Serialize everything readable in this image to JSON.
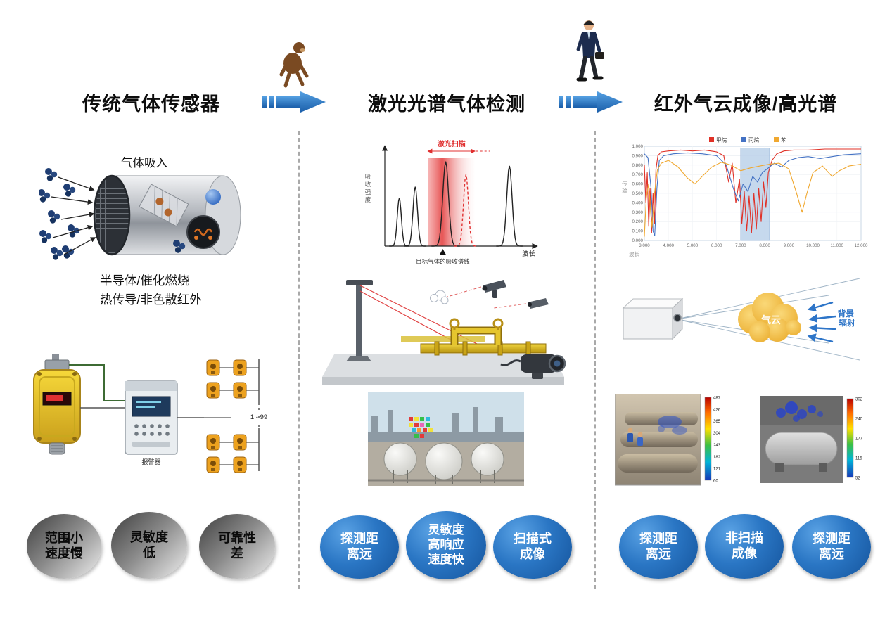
{
  "header": {
    "titles": [
      "传统气体传感器",
      "激光光谱气体检测",
      "红外气云成像/高光谱"
    ]
  },
  "left": {
    "intake_label": "气体吸入",
    "caption": "半导体/催化燃烧\n热传导/非色散红外",
    "system_range": "1 - 99",
    "controller_label": "报警器",
    "badges": [
      "范围小\n速度慢",
      "灵敏度\n低",
      "可靠性\n差"
    ]
  },
  "middle": {
    "badges": [
      "探测距\n离远",
      "灵敏度\n高响应\n速度快",
      "扫描式\n成像"
    ]
  },
  "right": {
    "cloud_label": "气云",
    "radiation_lines": [
      "背景",
      "辐射"
    ],
    "badges": [
      "探测距\n离远",
      "非扫描\n成像",
      "探测距\n离远"
    ],
    "thermal_scales": {
      "left": [
        "487",
        "426",
        "365",
        "304",
        "243",
        "182",
        "121",
        "60"
      ],
      "right": [
        "302",
        "240",
        "177",
        "115",
        "52"
      ]
    }
  },
  "chart_data": [
    {
      "id": "laser-absorption",
      "type": "line",
      "title": "",
      "xlabel": "波长",
      "ylabel": "吸收强度",
      "scan_label": "激光扫描",
      "annotation": "目标气体的吸收谱线",
      "scan_band": {
        "x0": 0.3,
        "x1": 0.62
      },
      "peaks": [
        {
          "x": 0.1,
          "height": 0.55,
          "width": 0.02,
          "style": "solid"
        },
        {
          "x": 0.21,
          "height": 0.68,
          "width": 0.022,
          "style": "solid"
        },
        {
          "x": 0.42,
          "height": 0.97,
          "width": 0.028,
          "style": "solid"
        },
        {
          "x": 0.56,
          "height": 0.82,
          "width": 0.024,
          "style": "dashed"
        },
        {
          "x": 0.86,
          "height": 0.92,
          "width": 0.026,
          "style": "solid"
        }
      ]
    },
    {
      "id": "transmission-spectra",
      "type": "line",
      "title": "",
      "xlabel": "波长",
      "ylabel": "传输",
      "xlim": [
        3000,
        12000
      ],
      "ylim": [
        0,
        1
      ],
      "x_ticks": [
        "3.000",
        "4.000",
        "5.000",
        "6.000",
        "7.000",
        "8.000",
        "9.000",
        "10.000",
        "11.000",
        "12.000"
      ],
      "y_ticks": [
        "1.000",
        "0.900",
        "0.800",
        "0.700",
        "0.600",
        "0.500",
        "0.400",
        "0.300",
        "0.200",
        "0.100",
        "0.000"
      ],
      "legend": [
        {
          "name": "甲烷",
          "color": "#e03127"
        },
        {
          "name": "丙烷",
          "color": "#4472c4"
        },
        {
          "name": "苯",
          "color": "#f0a830"
        }
      ],
      "band": {
        "x0": 7000,
        "x1": 8200,
        "color": "#b8cfe8"
      },
      "series": [
        {
          "name": "甲烷",
          "color": "#e03127",
          "points": [
            [
              3000,
              0.8
            ],
            [
              3060,
              0.4
            ],
            [
              3120,
              0.72
            ],
            [
              3180,
              0.15
            ],
            [
              3240,
              0.55
            ],
            [
              3300,
              0.08
            ],
            [
              3360,
              0.5
            ],
            [
              3420,
              0.18
            ],
            [
              3480,
              0.75
            ],
            [
              3560,
              0.9
            ],
            [
              3700,
              0.94
            ],
            [
              4000,
              0.95
            ],
            [
              4500,
              0.96
            ],
            [
              5000,
              0.95
            ],
            [
              5500,
              0.96
            ],
            [
              6000,
              0.94
            ],
            [
              6300,
              0.9
            ],
            [
              6500,
              0.62
            ],
            [
              6650,
              0.82
            ],
            [
              6800,
              0.4
            ],
            [
              6950,
              0.65
            ],
            [
              7050,
              0.18
            ],
            [
              7150,
              0.52
            ],
            [
              7250,
              0.1
            ],
            [
              7350,
              0.47
            ],
            [
              7450,
              0.08
            ],
            [
              7550,
              0.5
            ],
            [
              7650,
              0.12
            ],
            [
              7750,
              0.55
            ],
            [
              7850,
              0.2
            ],
            [
              7950,
              0.62
            ],
            [
              8050,
              0.35
            ],
            [
              8150,
              0.72
            ],
            [
              8300,
              0.85
            ],
            [
              8500,
              0.92
            ],
            [
              8800,
              0.95
            ],
            [
              9200,
              0.96
            ],
            [
              9800,
              0.96
            ],
            [
              10500,
              0.97
            ],
            [
              11200,
              0.97
            ],
            [
              12000,
              0.97
            ]
          ]
        },
        {
          "name": "丙烷",
          "color": "#4472c4",
          "points": [
            [
              3000,
              0.92
            ],
            [
              3150,
              0.88
            ],
            [
              3280,
              0.55
            ],
            [
              3360,
              0.1
            ],
            [
              3430,
              0.05
            ],
            [
              3520,
              0.55
            ],
            [
              3620,
              0.85
            ],
            [
              3800,
              0.9
            ],
            [
              4200,
              0.92
            ],
            [
              4800,
              0.93
            ],
            [
              5400,
              0.92
            ],
            [
              6000,
              0.9
            ],
            [
              6400,
              0.8
            ],
            [
              6700,
              0.55
            ],
            [
              6900,
              0.42
            ],
            [
              7100,
              0.6
            ],
            [
              7300,
              0.52
            ],
            [
              7500,
              0.68
            ],
            [
              7700,
              0.62
            ],
            [
              7900,
              0.72
            ],
            [
              8100,
              0.76
            ],
            [
              8400,
              0.82
            ],
            [
              8700,
              0.78
            ],
            [
              9000,
              0.85
            ],
            [
              9400,
              0.88
            ],
            [
              9800,
              0.89
            ],
            [
              10300,
              0.87
            ],
            [
              10800,
              0.89
            ],
            [
              11300,
              0.91
            ],
            [
              12000,
              0.92
            ]
          ]
        },
        {
          "name": "苯",
          "color": "#f0a830",
          "points": [
            [
              3000,
              0.04
            ],
            [
              3080,
              0.45
            ],
            [
              3180,
              0.6
            ],
            [
              3260,
              0.3
            ],
            [
              3320,
              0.14
            ],
            [
              3420,
              0.5
            ],
            [
              3540,
              0.75
            ],
            [
              3700,
              0.82
            ],
            [
              4000,
              0.85
            ],
            [
              4400,
              0.78
            ],
            [
              4800,
              0.66
            ],
            [
              5100,
              0.6
            ],
            [
              5400,
              0.68
            ],
            [
              5800,
              0.78
            ],
            [
              6200,
              0.83
            ],
            [
              6600,
              0.8
            ],
            [
              7000,
              0.74
            ],
            [
              7400,
              0.77
            ],
            [
              7800,
              0.79
            ],
            [
              8200,
              0.81
            ],
            [
              8600,
              0.82
            ],
            [
              9000,
              0.76
            ],
            [
              9300,
              0.52
            ],
            [
              9550,
              0.3
            ],
            [
              9750,
              0.5
            ],
            [
              10000,
              0.72
            ],
            [
              10400,
              0.79
            ],
            [
              10800,
              0.68
            ],
            [
              11100,
              0.74
            ],
            [
              11500,
              0.79
            ],
            [
              12000,
              0.81
            ]
          ]
        }
      ]
    }
  ]
}
